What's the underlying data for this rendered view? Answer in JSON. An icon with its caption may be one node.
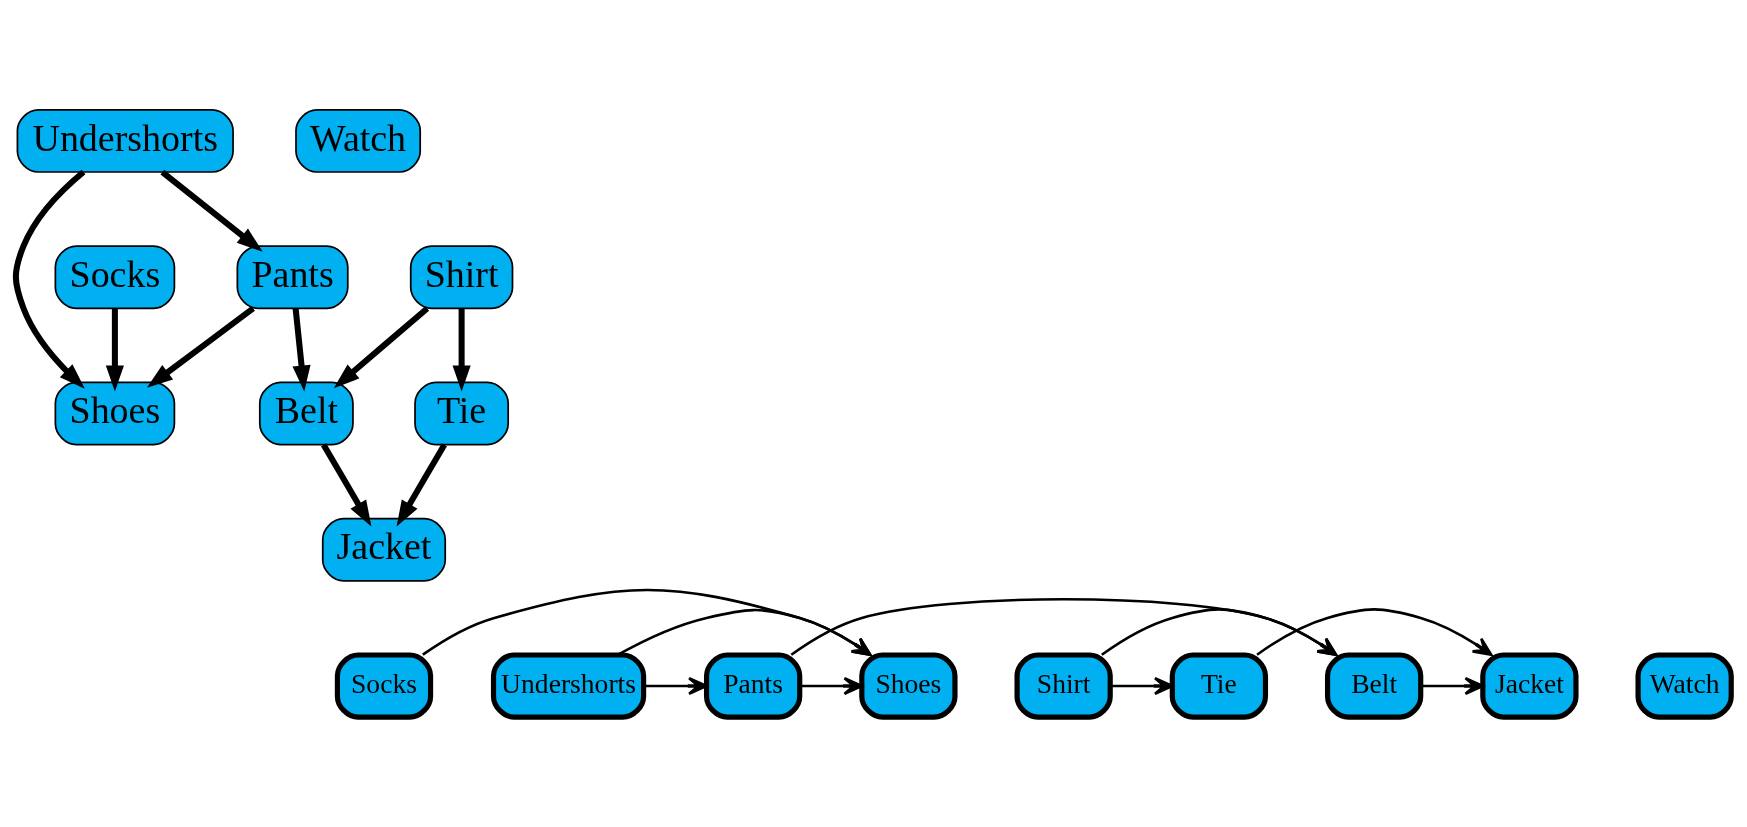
{
  "diagram": {
    "nodes": [
      {
        "text": [
          "Undershorts"
        ]
      },
      {
        "text": [
          "Socks"
        ]
      },
      {
        "text": [
          "Watch"
        ]
      },
      {
        "text": [
          "Pants"
        ]
      },
      {
        "text": [
          "Shoes"
        ]
      },
      {
        "text": [
          "Shirt"
        ]
      },
      {
        "text": [
          "Belt"
        ]
      },
      {
        "text": [
          "Tie"
        ]
      },
      {
        "text": [
          "Jacket"
        ]
      },
      {
        "text": [
          "Socks"
        ]
      },
      {
        "text": [
          "Undershorts"
        ]
      },
      {
        "text": [
          "Pants"
        ]
      },
      {
        "text": [
          "Shoes"
        ]
      },
      {
        "text": [
          "Watch"
        ]
      },
      {
        "text": [
          "Shirt"
        ]
      },
      {
        "text": [
          "Belt"
        ]
      },
      {
        "text": [
          "Tie"
        ]
      },
      {
        "text": [
          "Jacket"
        ]
      }
    ],
    "edges": [
      {
        "from": 0,
        "to": 3,
        "arrow": "to",
        "style": "thick"
      },
      {
        "from": 0,
        "to": 4,
        "arrow": "to",
        "style": "thick"
      },
      {
        "from": 1,
        "to": 4,
        "arrow": "to",
        "style": "thick"
      },
      {
        "from": 3,
        "to": 4,
        "arrow": "to",
        "style": "thick"
      },
      {
        "from": 3,
        "to": 6,
        "arrow": "to",
        "style": "thick"
      },
      {
        "from": 5,
        "to": 6,
        "arrow": "to",
        "style": "thick"
      },
      {
        "from": 5,
        "to": 7,
        "arrow": "to",
        "style": "thick"
      },
      {
        "from": 6,
        "to": 8,
        "arrow": "to",
        "style": "thick"
      },
      {
        "from": 7,
        "to": 8,
        "arrow": "to",
        "style": "thick"
      },
      {
        "from": 9,
        "to": 12,
        "arrow": "to"
      },
      {
        "from": 10,
        "to": 11,
        "arrow": "to"
      },
      {
        "from": 10,
        "to": 12,
        "arrow": "to"
      },
      {
        "from": 11,
        "to": 12,
        "arrow": "to"
      },
      {
        "from": 11,
        "to": 15,
        "arrow": "to"
      },
      {
        "from": 14,
        "to": 15,
        "arrow": "to"
      },
      {
        "from": 14,
        "to": 16,
        "arrow": "to"
      },
      {
        "from": 15,
        "to": 17,
        "arrow": "to"
      },
      {
        "from": 16,
        "to": 17,
        "arrow": "to"
      }
    ]
  }
}
